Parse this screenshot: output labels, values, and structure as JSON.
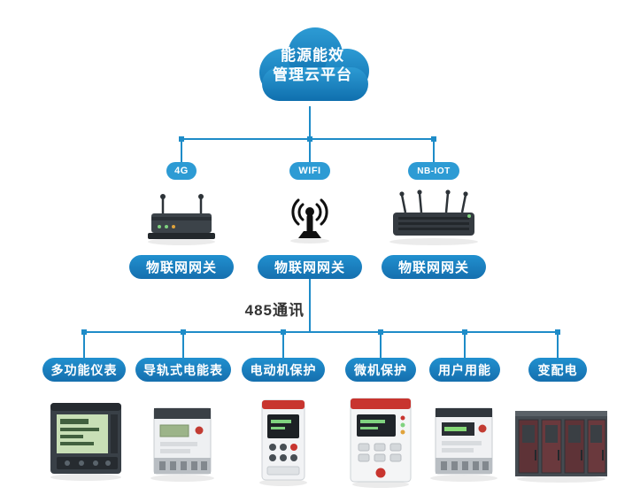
{
  "cloud": {
    "label_line1": "能源能效",
    "label_line2": "管理云平台"
  },
  "links": [
    {
      "badge": "4G",
      "gateway_label": "物联网网关",
      "icon": "router-4g-icon"
    },
    {
      "badge": "WIFI",
      "gateway_label": "物联网网关",
      "icon": "wifi-antenna-icon"
    },
    {
      "badge": "NB-IOT",
      "gateway_label": "物联网网关",
      "icon": "router-nbiot-icon"
    }
  ],
  "bus": {
    "label": "485通讯"
  },
  "devices": [
    {
      "label": "多功能仪表",
      "icon": "multifunction-meter-image"
    },
    {
      "label": "导轨式电能表",
      "icon": "din-rail-meter-image"
    },
    {
      "label": "电动机保护",
      "icon": "motor-protection-image"
    },
    {
      "label": "微机保护",
      "icon": "micro-protection-image"
    },
    {
      "label": "用户用能",
      "icon": "user-energy-meter-image"
    },
    {
      "label": "变配电",
      "icon": "power-distribution-cabinet-image"
    }
  ],
  "colors": {
    "accent_blue": "#1b86c6",
    "badge_blue": "#2d9bd4",
    "line_blue": "#1e8cc8",
    "cloud_blue": "#1b86c6",
    "text_dark": "#333333"
  }
}
